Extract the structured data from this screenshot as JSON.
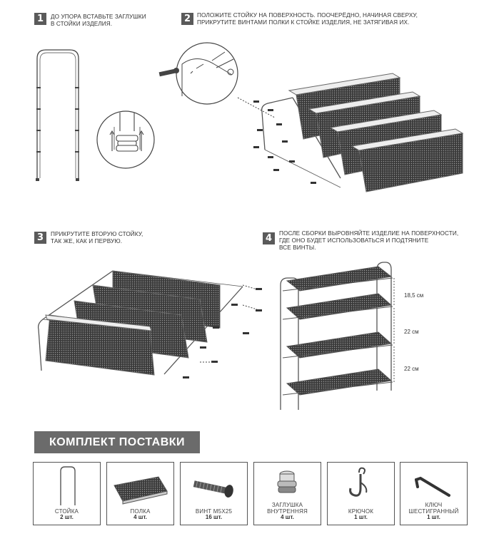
{
  "steps": [
    {
      "num": "1",
      "lines": [
        "ДО УПОРА ВСТАВЬТЕ ЗАГЛУШКИ",
        "В СТОЙКИ ИЗДЕЛИЯ."
      ]
    },
    {
      "num": "2",
      "lines": [
        "ПОЛОЖИТЕ СТОЙКУ НА ПОВЕРХНОСТЬ. ПООЧЕРЁДНО, НАЧИНАЯ СВЕРХУ,",
        "ПРИКРУТИТЕ ВИНТАМИ ПОЛКИ К СТОЙКЕ ИЗДЕЛИЯ, НЕ ЗАТЯГИВАЯ ИХ."
      ]
    },
    {
      "num": "3",
      "lines": [
        "ПРИКРУТИТЕ ВТОРУЮ СТОЙКУ,",
        "ТАК ЖЕ, КАК И ПЕРВУЮ."
      ]
    },
    {
      "num": "4",
      "lines": [
        "ПОСЛЕ СБОРКИ ВЫРОВНЯЙТЕ ИЗДЕЛИЕ НА ПОВЕРХНОСТИ,",
        "ГДЕ ОНО БУДЕТ ИСПОЛЬЗОВАТЬСЯ И ПОДТЯНИТЕ",
        "ВСЕ ВИНТЫ."
      ]
    }
  ],
  "dimensions": [
    "18,5 см",
    "22 см",
    "22 см"
  ],
  "kit": {
    "title": "КОМПЛЕКТ ПОСТАВКИ",
    "items": [
      {
        "label": [
          "СТОЙКА"
        ],
        "qty": "2 шт.",
        "icon": "stand-icon"
      },
      {
        "label": [
          "ПОЛКА"
        ],
        "qty": "4 шт.",
        "icon": "shelf-icon"
      },
      {
        "label": [
          "ВИНТ М5х25"
        ],
        "qty": "16 шт.",
        "icon": "screw-icon"
      },
      {
        "label": [
          "ЗАГЛУШКА",
          "ВНУТРЕННЯЯ"
        ],
        "qty": "4 шт.",
        "icon": "plug-icon"
      },
      {
        "label": [
          "КРЮЧОК"
        ],
        "qty": "1 шт.",
        "icon": "hook-icon"
      },
      {
        "label": [
          "КЛЮЧ",
          "ШЕСТИГРАННЫЙ"
        ],
        "qty": "1 шт.",
        "icon": "hex-key-icon"
      }
    ]
  }
}
